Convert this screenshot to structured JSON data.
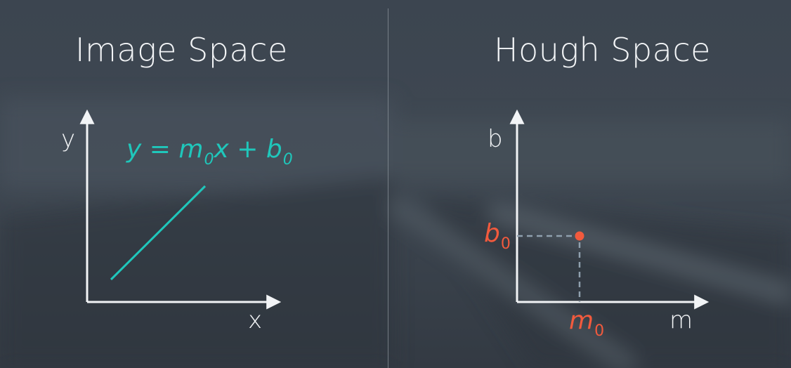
{
  "left_panel": {
    "title": "Image Space",
    "y_axis_label": "y",
    "x_axis_label": "x",
    "equation": {
      "y": "y",
      "eq": "=",
      "m": "m",
      "m_sub": "0",
      "x": "x",
      "plus": "+",
      "b": "b",
      "b_sub": "0"
    },
    "line_color": "#1fc7bb"
  },
  "right_panel": {
    "title": "Hough Space",
    "y_axis_label": "b",
    "x_axis_label": "m",
    "point_label_b": {
      "main": "b",
      "sub": "0"
    },
    "point_label_m": {
      "main": "m",
      "sub": "0"
    },
    "point_color": "#f25a3d"
  },
  "colors": {
    "text": "#f2f4f6",
    "accent_line": "#1fc7bb",
    "point": "#f25a3d",
    "guide": "#8fa0ae"
  }
}
